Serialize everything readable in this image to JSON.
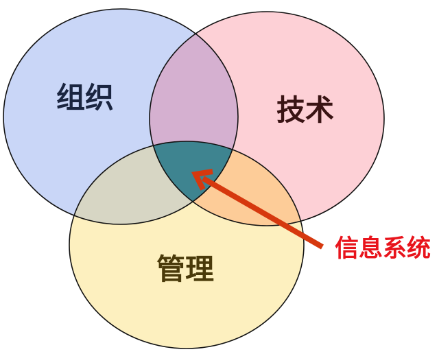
{
  "diagram": {
    "type": "venn",
    "sets": [
      {
        "id": "org",
        "label": "组织",
        "fill": "#c9d6f7",
        "text_color": "#1a2540"
      },
      {
        "id": "tech",
        "label": "技术",
        "fill": "#fdd0d6",
        "text_color": "#3a1414"
      },
      {
        "id": "mgmt",
        "label": "管理",
        "fill": "#fdf0bf",
        "text_color": "#4a3a0a"
      }
    ],
    "intersections": {
      "org_tech": "#d5b0d0",
      "org_mgmt": "#d7d6c4",
      "tech_mgmt": "#fdcc98",
      "all": "#3e8490"
    },
    "callout": {
      "label": "信息系统",
      "color": "#e8141c",
      "arrow_color": "#d6380e"
    }
  }
}
